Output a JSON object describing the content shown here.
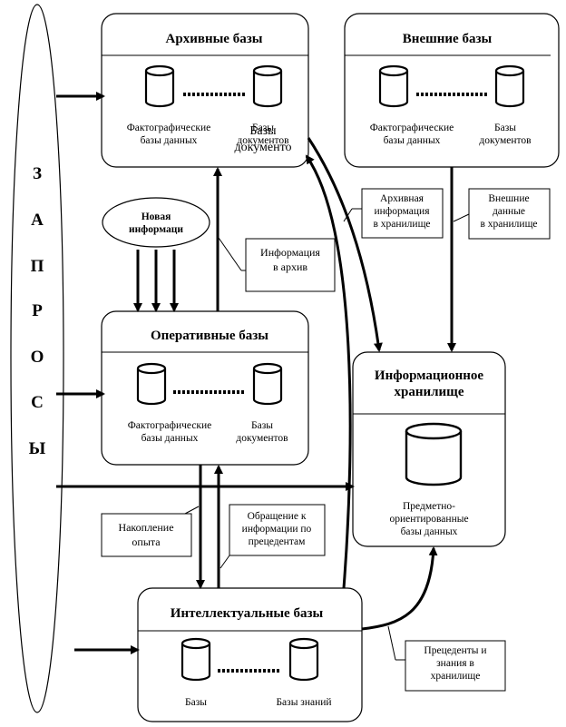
{
  "requests": {
    "letters": [
      "З",
      "А",
      "П",
      "Р",
      "О",
      "С",
      "Ы"
    ]
  },
  "archive": {
    "title": "Архивные базы",
    "fact_line1": "Фактографические",
    "fact_line2": "базы данных",
    "docs_line1": "Базы",
    "docs_line2": "документов",
    "overlay_line1": "Базы",
    "overlay_line2": "документо"
  },
  "external": {
    "title": "Внешние базы",
    "fact_line1": "Фактографические",
    "fact_line2": "базы данных",
    "docs_line1": "Базы",
    "docs_line2": "документов"
  },
  "new_info": {
    "line1": "Новая",
    "line2": "информаци"
  },
  "operational": {
    "title": "Оперативные базы",
    "fact_line1": "Фактографические",
    "fact_line2": "базы данных",
    "docs_line1": "Базы",
    "docs_line2": "документов"
  },
  "warehouse": {
    "title_line1": "Информационное",
    "title_line2": "хранилище",
    "db_line1": "Предметно-",
    "db_line2": "ориентированные",
    "db_line3": "базы данных"
  },
  "intellectual": {
    "title": "Интеллектуальные базы",
    "db1": "Базы",
    "db2": "Базы знаний"
  },
  "callouts": {
    "archive_info": [
      "Архивная",
      "информация",
      "в хранилище"
    ],
    "external_data": [
      "Внешние",
      "данные",
      "в хранилище"
    ],
    "info_archive": [
      "Информация",
      "в архив"
    ],
    "experience": [
      "Накопление",
      "опыта"
    ],
    "precedents_ref": [
      "Обращение к",
      "информации по",
      "прецедентам"
    ],
    "precedents_store": [
      "Прецеденты и",
      "знания в",
      "хранилище"
    ]
  }
}
